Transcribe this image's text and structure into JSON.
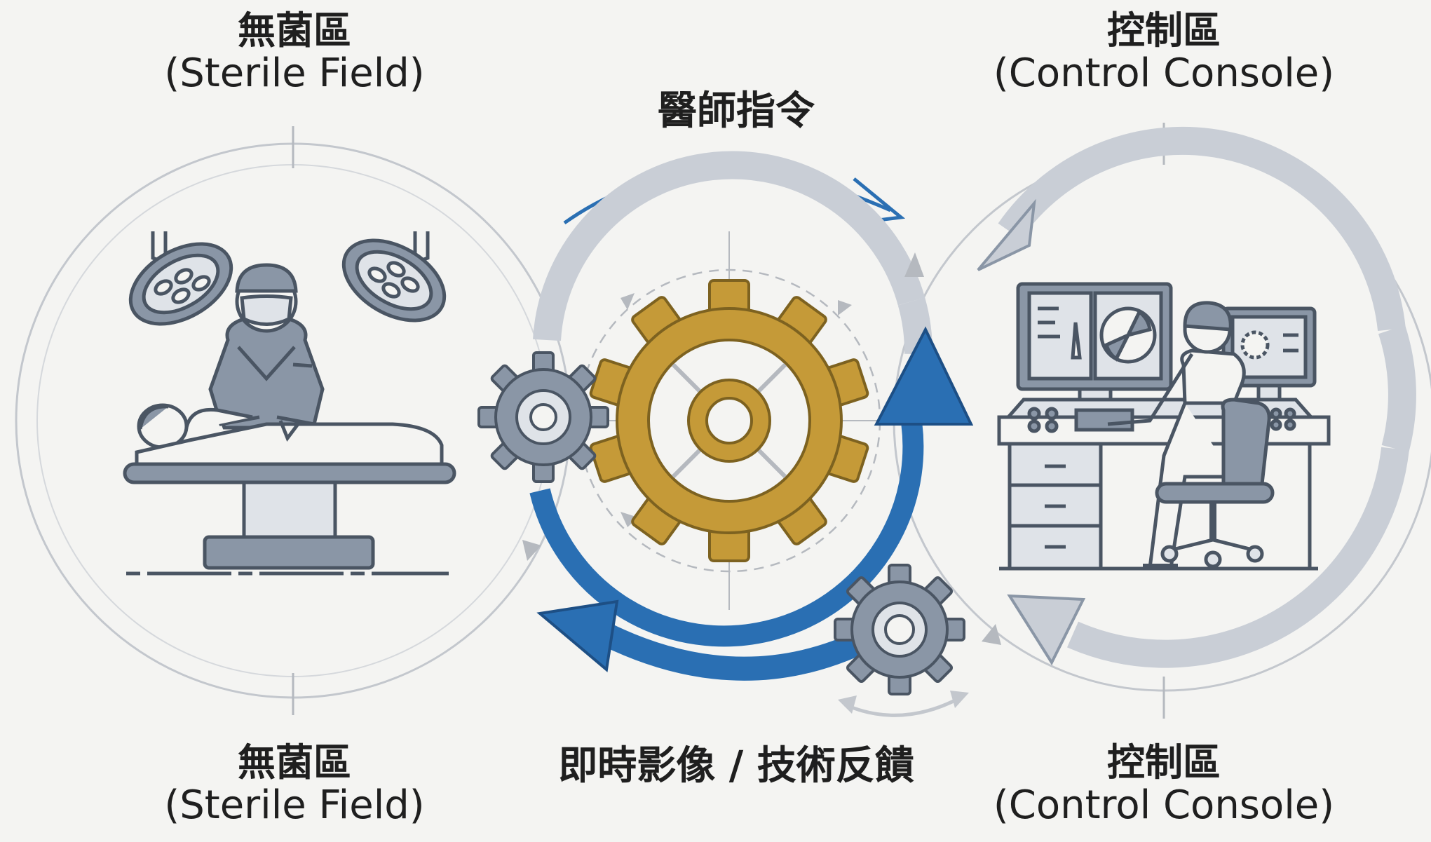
{
  "labels": {
    "sterile_field_top": {
      "zh": "無菌區",
      "en": "(Sterile Field)"
    },
    "control_console_top": {
      "zh": "控制區",
      "en": "(Control Console)"
    },
    "sterile_field_bottom": {
      "zh": "無菌區",
      "en": "(Sterile Field)"
    },
    "control_console_bottom": {
      "zh": "控制區",
      "en": "(Control Console)"
    },
    "doctor_command": "醫師指令",
    "realtime_feedback": "即時影像 / 技術反饋"
  },
  "colors": {
    "background": "#f4f4f2",
    "outline": "#4a5563",
    "slate_fill": "#8a96a6",
    "light_fill": "#dfe3e8",
    "gold_gear": "#c59a38",
    "blue_arrow": "#2a6fb3",
    "gray_arrow": "#c9ced6",
    "circle_line": "#c3c7cd"
  },
  "icons": [
    "surgical-light-icon",
    "surgeon-icon",
    "patient-icon",
    "operating-table-icon",
    "gear-icon",
    "cycle-arrow-icon",
    "monitor-icon",
    "operator-icon",
    "control-desk-icon",
    "office-chair-icon"
  ]
}
